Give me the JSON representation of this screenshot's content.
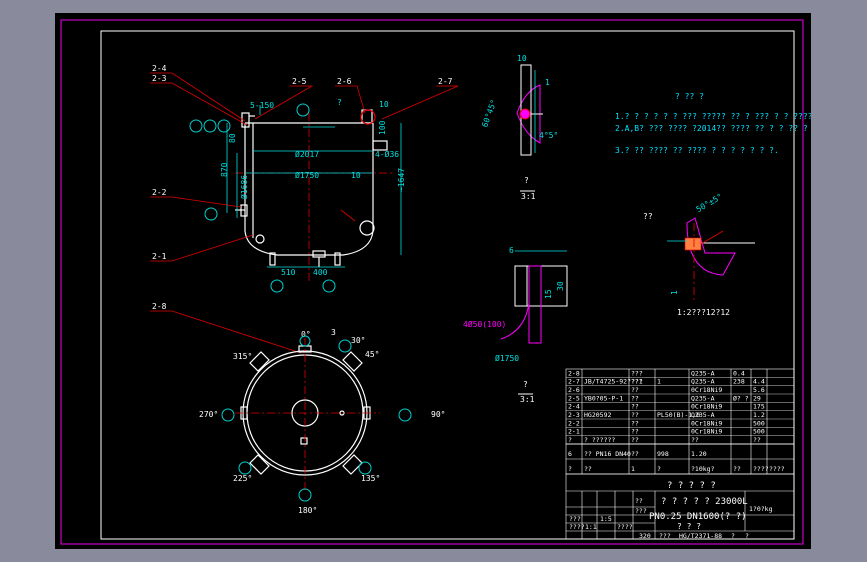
{
  "colors": {
    "background": "#8a8a9d",
    "viewport": "#000000",
    "frame": "#c800c8",
    "geometry": "#ffffff",
    "dimension": "#00e0e0",
    "leader": "#e00000",
    "balloon_text": "#00d0d0",
    "hatch": "#ff00ff",
    "notes": "#00e0ff",
    "center": "#e00000"
  },
  "icons": {
    "part_balloon": "circle-balloon-icon"
  },
  "leaders": {
    "l24": "2-4",
    "l23": "2-3",
    "l25": "2-5",
    "l26": "2-6",
    "l27": "2-7",
    "l22": "2-2",
    "l21": "2-1",
    "l28": "2-8"
  },
  "elevation": {
    "dims": {
      "d5150": "5-150",
      "d80": "80",
      "d870": "870",
      "d1686": "Ø1686",
      "d2017": "Ø2017",
      "d1750": "Ø1750",
      "d10": "10",
      "d1647": "~1647",
      "d480": "4-Ø36",
      "d100": "100",
      "d510": "510",
      "d400": "400",
      "q": "?",
      "dd": "10"
    },
    "balloons": [
      "?",
      "?",
      "?",
      "?",
      "?",
      "?",
      "?",
      "?"
    ]
  },
  "plan": {
    "angles": {
      "a0": "0°",
      "a30": "30°",
      "a45": "45°",
      "a90": "90°",
      "a135": "135°",
      "a180": "180°",
      "a225": "225°",
      "a270": "270°",
      "a315": "315°"
    },
    "section_mark": "3"
  },
  "details": {
    "top_detail": {
      "d10a": "10",
      "d1": "1",
      "d45a": "4°5°",
      "d6045": "60°45°",
      "q": "?",
      "ratio": "3:1"
    },
    "bottom_detail": {
      "d6": "6",
      "d15": "15",
      "d30": "30",
      "d50": "4Ø50(100)",
      "d1750": "Ø1750",
      "q": "?",
      "ratio": "3:1"
    },
    "weld_detail": {
      "d50": "50°±5°",
      "d1": "1",
      "q": "??",
      "caption": "1:2???12?12"
    }
  },
  "notes": {
    "title": "? ?? ?",
    "lines": [
      "1.? ? ? ? ? ? ??? ????? ?? ? ??? ? ? ???? ? ? ? ?.",
      "2.A,B? ??? ???? ?2014?? ???? ?? ? ? ?? ? ??.",
      "3.? ?? ???? ?? ???? ? ? ? ? ? ? ?."
    ]
  },
  "parts_list": {
    "rows": [
      [
        "2-8",
        "",
        "???",
        "",
        "Q235-A",
        "0.4",
        ""
      ],
      [
        "2-7",
        "JB/T4725-92???1",
        "???",
        "1",
        "Q235-A",
        "238",
        "4.4"
      ],
      [
        "2-6",
        "",
        "??",
        "",
        "0Cr18Ni9",
        "",
        "5.6"
      ],
      [
        "2-5",
        "YB0?05-P-1",
        "??",
        "",
        "Q235-A",
        "Ø? ?",
        "29"
      ],
      [
        "2-4",
        "",
        "??",
        "",
        "0Cr18Ni9",
        "",
        "175"
      ],
      [
        "2-3",
        "HG20592",
        "??",
        "PL50(B)-1.0",
        "Q235-A",
        "",
        "1.2"
      ],
      [
        "2-2",
        "",
        "??",
        "",
        "0Cr18Ni9",
        "",
        "500"
      ],
      [
        "2-1",
        "",
        "??",
        "",
        "0Cr18Ni9",
        "",
        "500"
      ],
      [
        "?",
        "? ??????",
        "??",
        "",
        "??",
        "",
        "??"
      ]
    ],
    "extra_rows": [
      [
        "6",
        "?? PN16 DN40",
        "??",
        "998",
        "1.20",
        "",
        ""
      ],
      [
        "?",
        "??",
        "1",
        "?",
        "?10kg?",
        "??",
        "????",
        "????"
      ]
    ]
  },
  "title_block": {
    "project_line": "? ? ? ? ?",
    "name_line": "? ? ? ? ? 23000L",
    "spec_line": "PN0.25   DN1600(? ?)",
    "sub_line": "? ? ?",
    "scale_cells": [
      "??",
      "???",
      "1:5",
      "???",
      "1:1",
      "????",
      "????"
    ],
    "weight": "1?0?kg",
    "footer": [
      "320",
      "???",
      "HG/T2371-88",
      "?",
      "?"
    ]
  }
}
